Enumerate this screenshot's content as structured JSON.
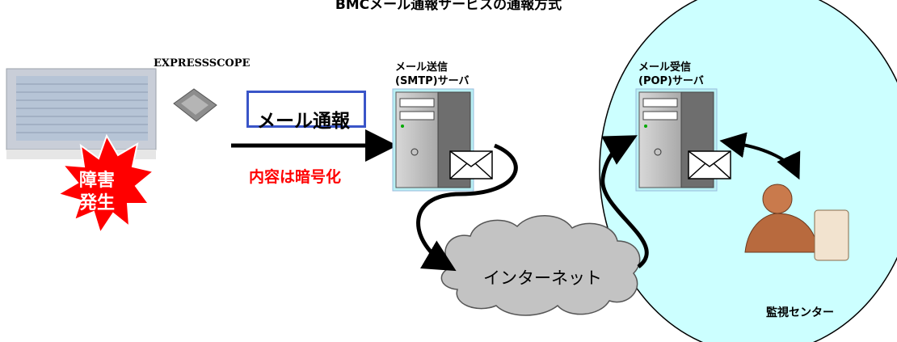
{
  "title": "BMCメール通報サービスの通報方式",
  "expresscope_label": "EXPRESSSCOPE",
  "mail_notify_label": "メール通報",
  "encrypted_label": "内容は暗号化",
  "smtp_server": {
    "line1": "メール送信",
    "line2": "(SMTP)サーバ"
  },
  "pop_server": {
    "line1": "メール受信",
    "line2": "(POP)サーバ"
  },
  "internet_label": "インターネット",
  "monitor_center_label": "監視センター",
  "trouble_burst": {
    "line1": "障害",
    "line2": "発生"
  },
  "colors": {
    "zone_fill": "#ccffff",
    "notify_border": "#3a55c8",
    "encrypted_text": "#ff0000",
    "burst_fill": "#ff0000"
  }
}
